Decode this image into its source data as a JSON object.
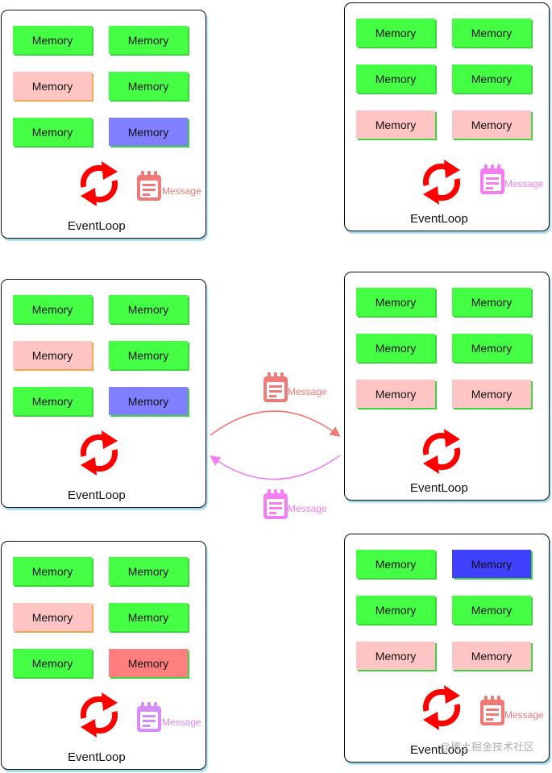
{
  "memory_label": "Memory",
  "eventloop_label": "EventLoop",
  "message_label": "Message",
  "watermark": "@稀土掘金技术社区",
  "colors": {
    "green": "#44ff44",
    "pink": "#ffc4c4",
    "violet": "#7f7fff",
    "blue": "#4040ff",
    "salmon": "#ff7f7f",
    "loop_red": "#ff0000",
    "message_coral": "#f07a78",
    "message_magenta": "#f57ef5",
    "message_purple": "#d68cf7"
  },
  "icons": {
    "eventloop": "refresh-cycle-icon",
    "message": "notepad-icon"
  }
}
